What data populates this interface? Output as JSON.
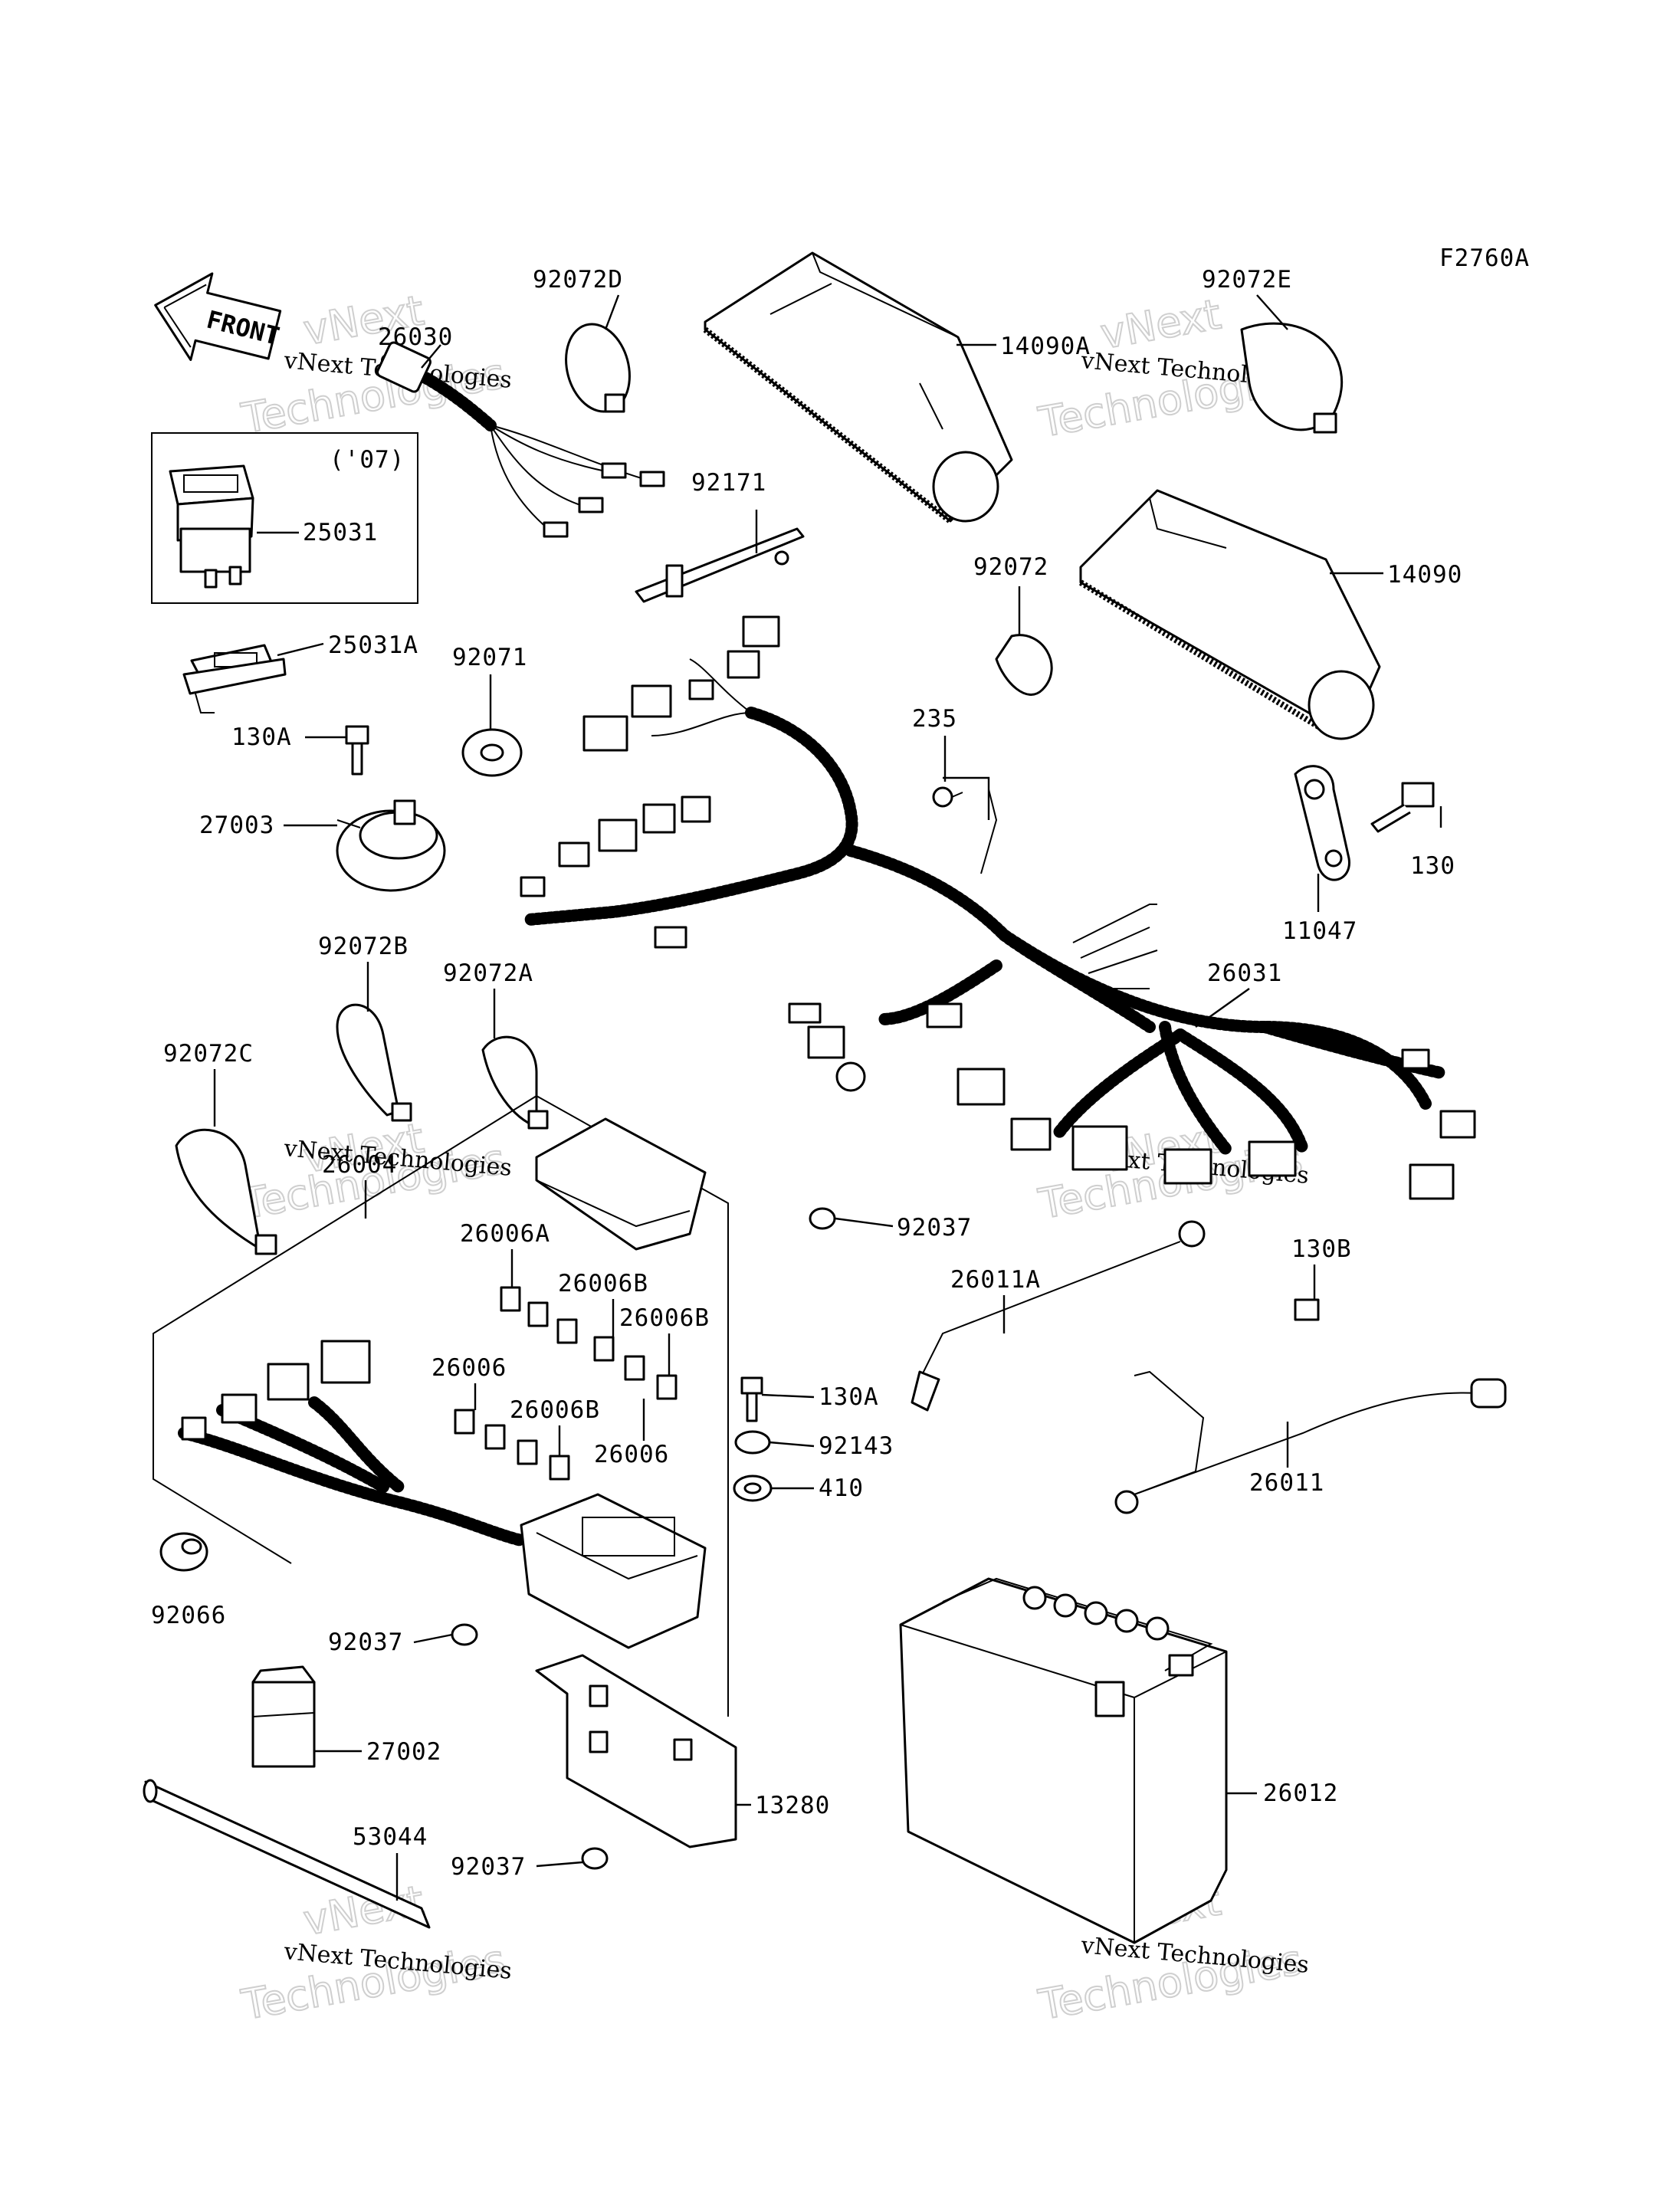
{
  "figure_code": "F2760A",
  "front_arrow": "FRONT",
  "year_note": "('07)",
  "watermark": {
    "line1": "vNext",
    "line2": "Technologies",
    "caption": "vNext Technologies"
  },
  "part_numbers": [
    "92072D",
    "26030",
    "14090A",
    "92072E",
    "25031",
    "92171",
    "14090",
    "92072",
    "25031A",
    "92071",
    "130A",
    "235",
    "27003",
    "130",
    "11047",
    "26031",
    "92072B",
    "92072A",
    "92072C",
    "26004",
    "92037",
    "26006A",
    "130B",
    "26006B",
    "26011A",
    "26006B",
    "26006",
    "130A",
    "26006B",
    "26006",
    "92143",
    "410",
    "26011",
    "92066",
    "92037",
    "27002",
    "26012",
    "13280",
    "53044",
    "92037"
  ]
}
